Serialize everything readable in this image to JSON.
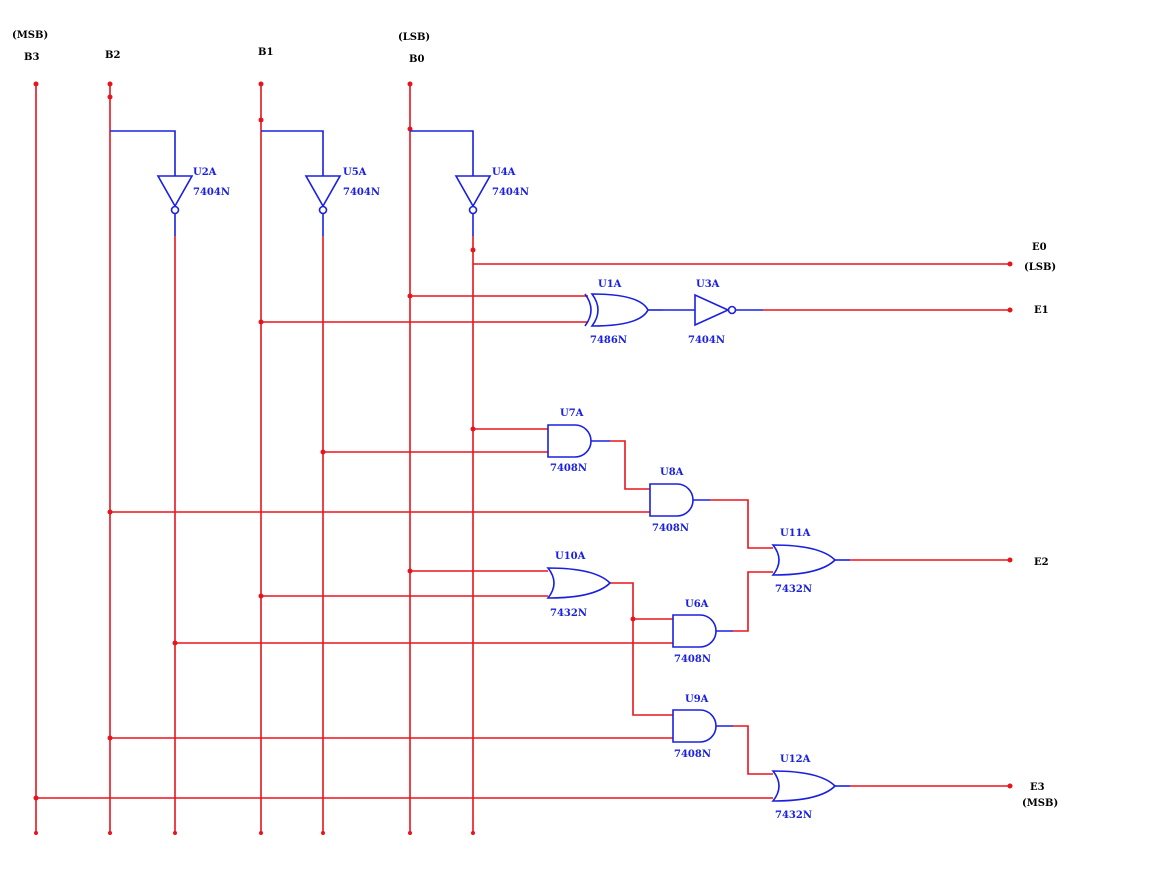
{
  "inputs": {
    "b3": {
      "name": "B3",
      "note": "(MSB)"
    },
    "b2": {
      "name": "B2"
    },
    "b1": {
      "name": "B1"
    },
    "b0": {
      "name": "B0",
      "note": "(LSB)"
    }
  },
  "outputs": {
    "e0": {
      "name": "E0",
      "note": "(LSB)"
    },
    "e1": {
      "name": "E1"
    },
    "e2": {
      "name": "E2"
    },
    "e3": {
      "name": "E3",
      "note": "(MSB)"
    }
  },
  "gates": {
    "u2a": {
      "ref": "U2A",
      "part": "7404N"
    },
    "u5a": {
      "ref": "U5A",
      "part": "7404N"
    },
    "u4a": {
      "ref": "U4A",
      "part": "7404N"
    },
    "u1a": {
      "ref": "U1A",
      "part": "7486N"
    },
    "u3a": {
      "ref": "U3A",
      "part": "7404N"
    },
    "u7a": {
      "ref": "U7A",
      "part": "7408N"
    },
    "u8a": {
      "ref": "U8A",
      "part": "7408N"
    },
    "u11a": {
      "ref": "U11A",
      "part": "7432N"
    },
    "u10a": {
      "ref": "U10A",
      "part": "7432N"
    },
    "u6a": {
      "ref": "U6A",
      "part": "7408N"
    },
    "u9a": {
      "ref": "U9A",
      "part": "7408N"
    },
    "u12a": {
      "ref": "U12A",
      "part": "7432N"
    }
  },
  "colors": {
    "wire": "#e8141c",
    "gate": "#1a20e0",
    "text": "#000000"
  }
}
